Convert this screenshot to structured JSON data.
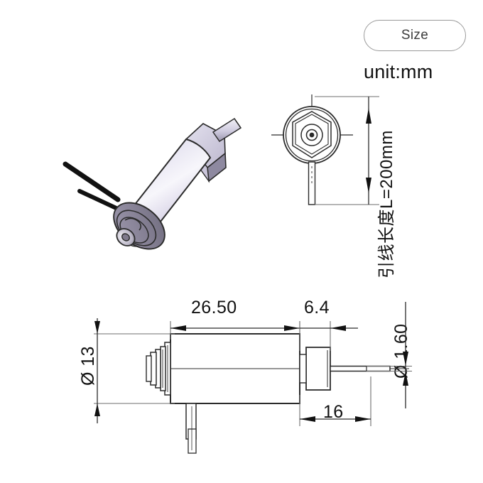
{
  "page": {
    "background": "#ffffff",
    "line_color": "#2b2b2b",
    "thin_line_color": "#6e6e6e"
  },
  "header": {
    "size_button_label": "Size",
    "unit_label": "unit:mm"
  },
  "annotations": {
    "lead_length": "引线长度L=200mm"
  },
  "dimensions": {
    "body_length": "26.50",
    "gearbox_length": "6.4",
    "shaft_length": "16",
    "body_diameter": "Ø 13",
    "shaft_diameter": "Ø 1.60"
  },
  "views": {
    "isometric": {
      "name": "micro-motor-isometric-view",
      "body_color_light": "#efeef7",
      "body_color_mid": "#d6d2e6",
      "body_color_dark": "#a9a4bd",
      "endcap_color": "#8f8aa0",
      "wire_color": "#111111"
    },
    "end": {
      "name": "motor-end-view",
      "outer_circle": "circle",
      "inner_shape": "hexagon",
      "hub": "center-hub"
    },
    "side": {
      "name": "motor-side-view"
    }
  },
  "colors": {
    "pill_border": "#9a9a9a",
    "pill_text": "#3c3c3c",
    "ink": "#111111"
  }
}
